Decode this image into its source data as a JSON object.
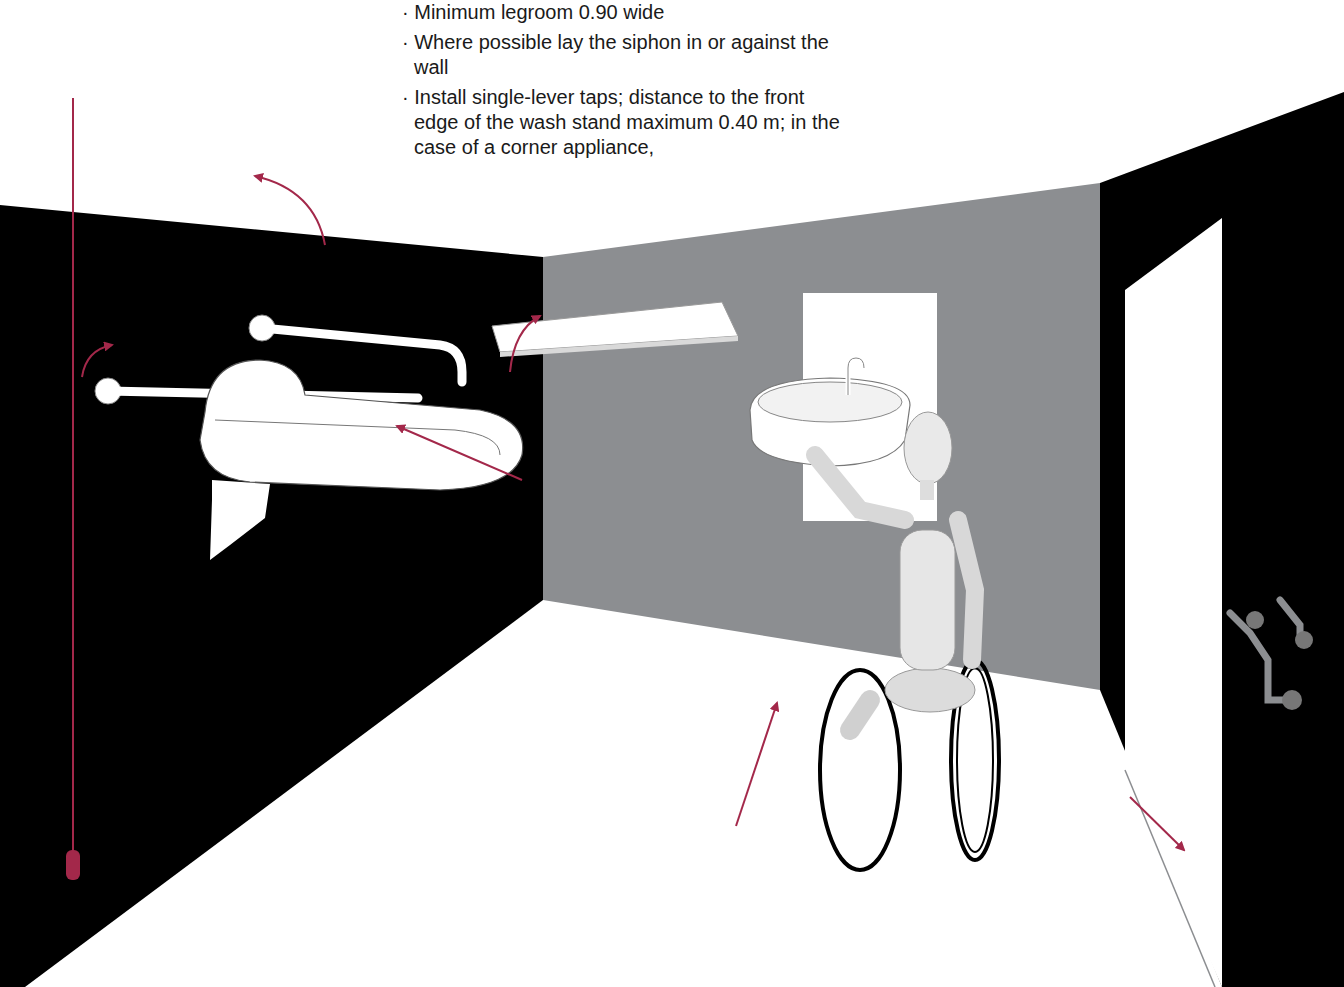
{
  "diagram": {
    "labels": [
      "· Minimum legroom 0.90 wide",
      "· Where possible lay the siphon in or against the wall",
      "· Install single-lever taps; distance to the front edge of the wash stand maximum 0.40 m; in the case of a corner appliance,"
    ]
  }
}
